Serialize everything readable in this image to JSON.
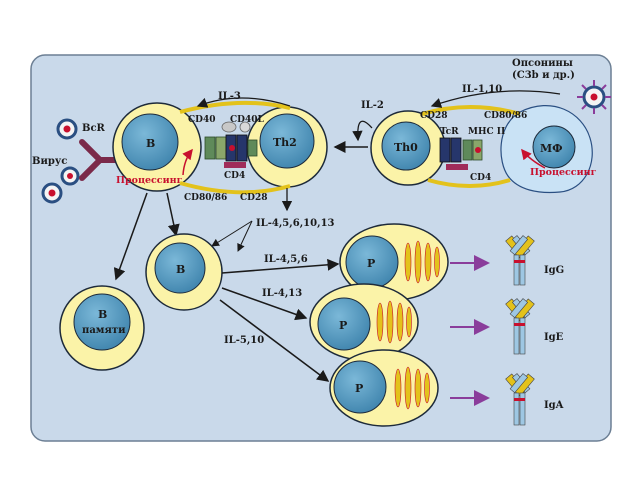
{
  "colors": {
    "panel_bg": "#c9d9ea",
    "panel_border": "#6c7f94",
    "cell_body": "#fbf3a8",
    "cell_border": "#1d2a3a",
    "nucleus": "#5a9fc4",
    "arrow_purple": "#8a3d9b",
    "plasma_stripe": "#e3c21b",
    "bcr": "#7b2a4a",
    "red_label": "#c8102e"
  },
  "cells": {
    "b_main": "B",
    "th2": "Th2",
    "th0": "Th0",
    "mf": "МФ",
    "b_activated": "B",
    "b_memory_line1": "B",
    "b_memory_line2": "памяти",
    "plasma_g": "P",
    "plasma_e": "P",
    "plasma_a": "P"
  },
  "labels": {
    "bcr": "BcR",
    "virus": "Вирус",
    "processing_b": "Процессинг",
    "processing_mf": "Процессинг",
    "opsonins_line1": "Опсонины",
    "opsonins_line2": "(С3b и др.)",
    "il_1_10": "IL-1,10",
    "il_2": "IL-2",
    "il_3": "IL-3",
    "cd40": "CD40",
    "cd40l": "CD40L",
    "cd4_left": "CD4",
    "cd80_86_left": "CD80/86",
    "cd28_left": "CD28",
    "cd28_right": "CD28",
    "cd80_86_right": "CD80/86",
    "tcr": "TcR",
    "mhc2": "MHC II",
    "cd4_right": "CD4",
    "il_4_5_6_10_13": "IL-4,5,6,10,13",
    "il_4_5_6": "IL-4,5,6",
    "il_4_13": "IL-4,13",
    "il_5_10": "IL-5,10"
  },
  "antibodies": {
    "igg": "IgG",
    "ige": "IgE",
    "iga": "IgA"
  },
  "icons": [
    "virus-icon",
    "bcr-receptor-icon",
    "antibody-icon"
  ]
}
